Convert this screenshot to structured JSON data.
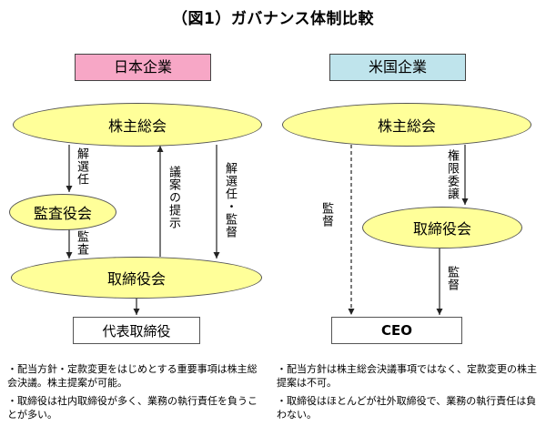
{
  "title": "（図1）ガバナンス体制比較",
  "japan": {
    "header": "日本企業",
    "shareholders_meeting": "株主総会",
    "audit_board": "監査役会",
    "board": "取締役会",
    "rep_director": "代表取締役",
    "label_dismissal": "解選任",
    "label_audit": "監査",
    "label_proposal": "議案の提示",
    "label_dismissal_audit": "解選任・監督",
    "notes": [
      "・配当方針・定款変更をはじめとする重要事項は株主総会決議。株主提案が可能。",
      "・取締役は社内取締役が多く、業務の執行責任を負うことが多い。"
    ]
  },
  "us": {
    "header": "米国企業",
    "shareholders_meeting": "株主総会",
    "board": "取締役会",
    "ceo": "CEO",
    "label_supervision_left": "監督",
    "label_delegation": "権限委譲",
    "label_supervision_right": "監督",
    "notes": [
      "・配当方針は株主総会決議事項ではなく、定款変更の株主提案は不可。",
      "・取締役はほとんどが社外取締役で、業務の執行責任は負わない。"
    ]
  },
  "colors": {
    "ellipse_fill": "#ffff99",
    "japan_header": "#f7a7c6",
    "us_header": "#bfe4ec"
  }
}
